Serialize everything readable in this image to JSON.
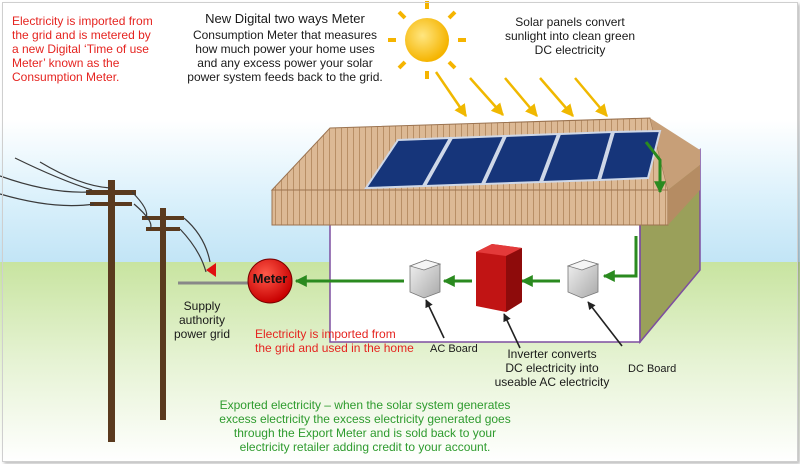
{
  "annotations": {
    "import_grid_note": "Electricity is imported from\nthe grid and is metered by\na new Digital ‘Time of use\nMeter’ known as the\nConsumption Meter.",
    "meter_title": "New Digital two ways Meter",
    "meter_description": "Consumption Meter that measures\nhow much power your home uses\nand any excess power your solar\npower system feeds back to the grid.",
    "solar_panels_note": "Solar panels convert\nsunlight into clean green\nDC electricity",
    "supply_authority": "Supply\nauthority\npower grid",
    "import_home_note": "Electricity is imported from\nthe grid and used in the home",
    "ac_board": "AC Board",
    "inverter_note": "Inverter converts\nDC electricity into\nuseable AC electricity",
    "dc_board": "DC Board",
    "export_note": "Exported electricity – when the solar system generates\nexcess electricity the excess electricity generated goes\nthrough the Export Meter and is sold back to your\nelectricity retailer adding credit to your account.",
    "meter_label": "Meter"
  },
  "colors": {
    "red_text": "#e52420",
    "green_text": "#2e9b2e",
    "flow_arrow": "#2a8a1f",
    "meter": "#e01010",
    "inverter": "#d41818",
    "panel": "#16357a",
    "roof": "#d7b48e",
    "sky": "#bfe3f5",
    "grass": "#b6d98a"
  },
  "icons": [
    "sun-icon",
    "power-pole-icon",
    "meter-icon",
    "inverter-icon",
    "ac-board-icon",
    "dc-board-icon"
  ]
}
